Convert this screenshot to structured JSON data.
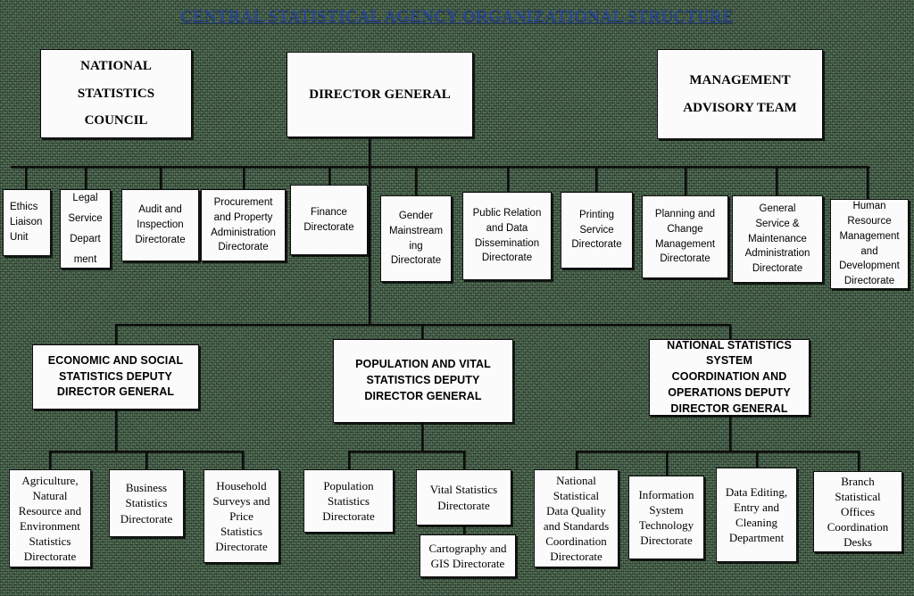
{
  "title": "CENTRAL STATISTICAL AGENCY ORGANIZATIONAL STRUCTURE",
  "colors": {
    "background_green": "#5d7d61",
    "title_blue": "#2b4a8e",
    "box_fill": "#fbfbfb",
    "box_border": "#0b0b0b",
    "connector": "#0d0d0d"
  },
  "tier1": {
    "national_statistics_council": "NATIONAL\nSTATISTICS\nCOUNCIL",
    "director_general": "DIRECTOR GENERAL",
    "management_advisory_team": "MANAGEMENT\nADVISORY TEAM"
  },
  "tier2": [
    {
      "label": "Ethics\nLiaison\nUnit"
    },
    {
      "label": "Legal\nService\nDepart\nment"
    },
    {
      "label": "Audit and\nInspection\nDirectorate"
    },
    {
      "label": "Procurement\nand Property\nAdministration\nDirectorate"
    },
    {
      "label": "Finance\nDirectorate"
    },
    {
      "label": "Gender\nMainstream\ning\nDirectorate"
    },
    {
      "label": "Public Relation\nand Data\nDissemination\nDirectorate"
    },
    {
      "label": "Printing\nService\nDirectorate"
    },
    {
      "label": "Planning and\nChange\nManagement\nDirectorate"
    },
    {
      "label": "General\nService &\nMaintenance\nAdministration\nDirectorate"
    },
    {
      "label": "Human\nResource\nManagement\nand\nDevelopment\nDirectorate"
    }
  ],
  "tier3": [
    {
      "label": "ECONOMIC AND SOCIAL\nSTATISTICS DEPUTY\nDIRECTOR GENERAL"
    },
    {
      "label": "POPULATION AND VITAL\nSTATISTICS DEPUTY\nDIRECTOR GENERAL"
    },
    {
      "label": "NATIONAL STATISTICS\nSYSTEM\nCOORDINATION AND\nOPERATIONS DEPUTY\nDIRECTOR GENERAL"
    }
  ],
  "tier4": [
    {
      "label": "Agriculture,\nNatural\nResource and\nEnvironment\nStatistics\nDirectorate"
    },
    {
      "label": "Business\nStatistics\nDirectorate"
    },
    {
      "label": "Household\nSurveys and\nPrice\nStatistics\nDirectorate"
    },
    {
      "label": "Population\nStatistics\nDirectorate"
    },
    {
      "label": "Vital Statistics\nDirectorate"
    },
    {
      "label": "Cartography and\nGIS Directorate"
    },
    {
      "label": "National\nStatistical\nData Quality\nand Standards\nCoordination\nDirectorate"
    },
    {
      "label": "Information\nSystem\nTechnology\nDirectorate"
    },
    {
      "label": "Data Editing,\nEntry and\nCleaning\nDepartment"
    },
    {
      "label": "Branch\nStatistical\nOffices\nCoordination\nDesks"
    }
  ]
}
